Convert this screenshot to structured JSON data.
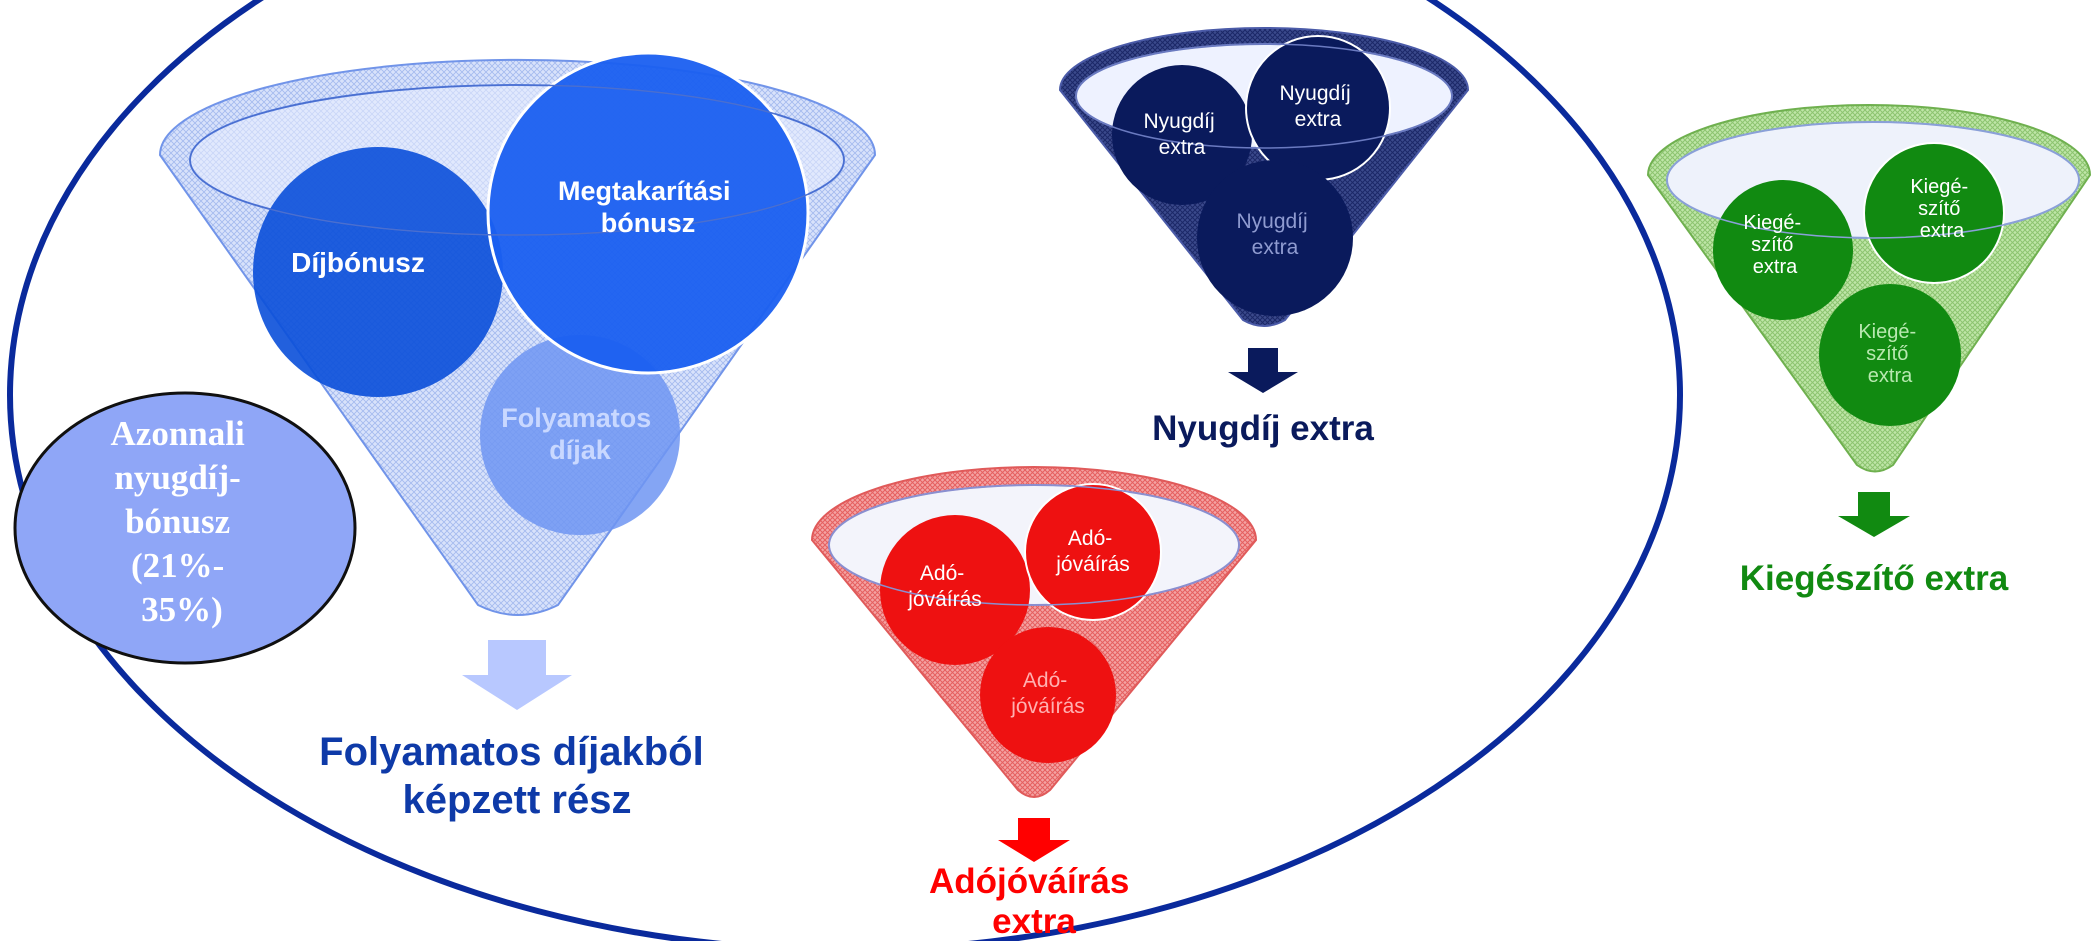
{
  "funnels": {
    "main": {
      "circles": {
        "left": "Díjbónusz",
        "right": [
          "Megtakarítási",
          "bónusz"
        ],
        "bottom": [
          "Folyamatos",
          "díjak"
        ]
      },
      "result": [
        "Folyamatos díjakból",
        "képzett rész"
      ],
      "colors": {
        "left": "#0a4fd9",
        "right": "#1a5ff0",
        "bottom": "#6f95f2",
        "result": "#0e3aa8",
        "arrow": "#b8c8ff"
      }
    },
    "nyugdij": {
      "circle_label": [
        "Nyugdíj",
        "extra"
      ],
      "result": "Nyugdíj extra",
      "colors": {
        "circle": "#0a1a5c",
        "result": "#0a1a5c"
      }
    },
    "ado": {
      "circle_label": [
        "Adó-",
        "jóváírás"
      ],
      "result": [
        "Adójóváírás",
        "extra"
      ],
      "colors": {
        "circle": "#ee1111",
        "result": "#ff0000"
      }
    },
    "kiegeszito": {
      "circle_label": [
        "Kiegé-",
        "szítő",
        "extra"
      ],
      "result": "Kiegészítő extra",
      "colors": {
        "circle": "#118a11",
        "result": "#118a11"
      }
    }
  },
  "bonus_oval": {
    "lines": [
      "Azonnali",
      "nyugdíj-",
      "bónusz",
      "(21%-",
      "35%)"
    ],
    "color": "#8fa6f7"
  }
}
